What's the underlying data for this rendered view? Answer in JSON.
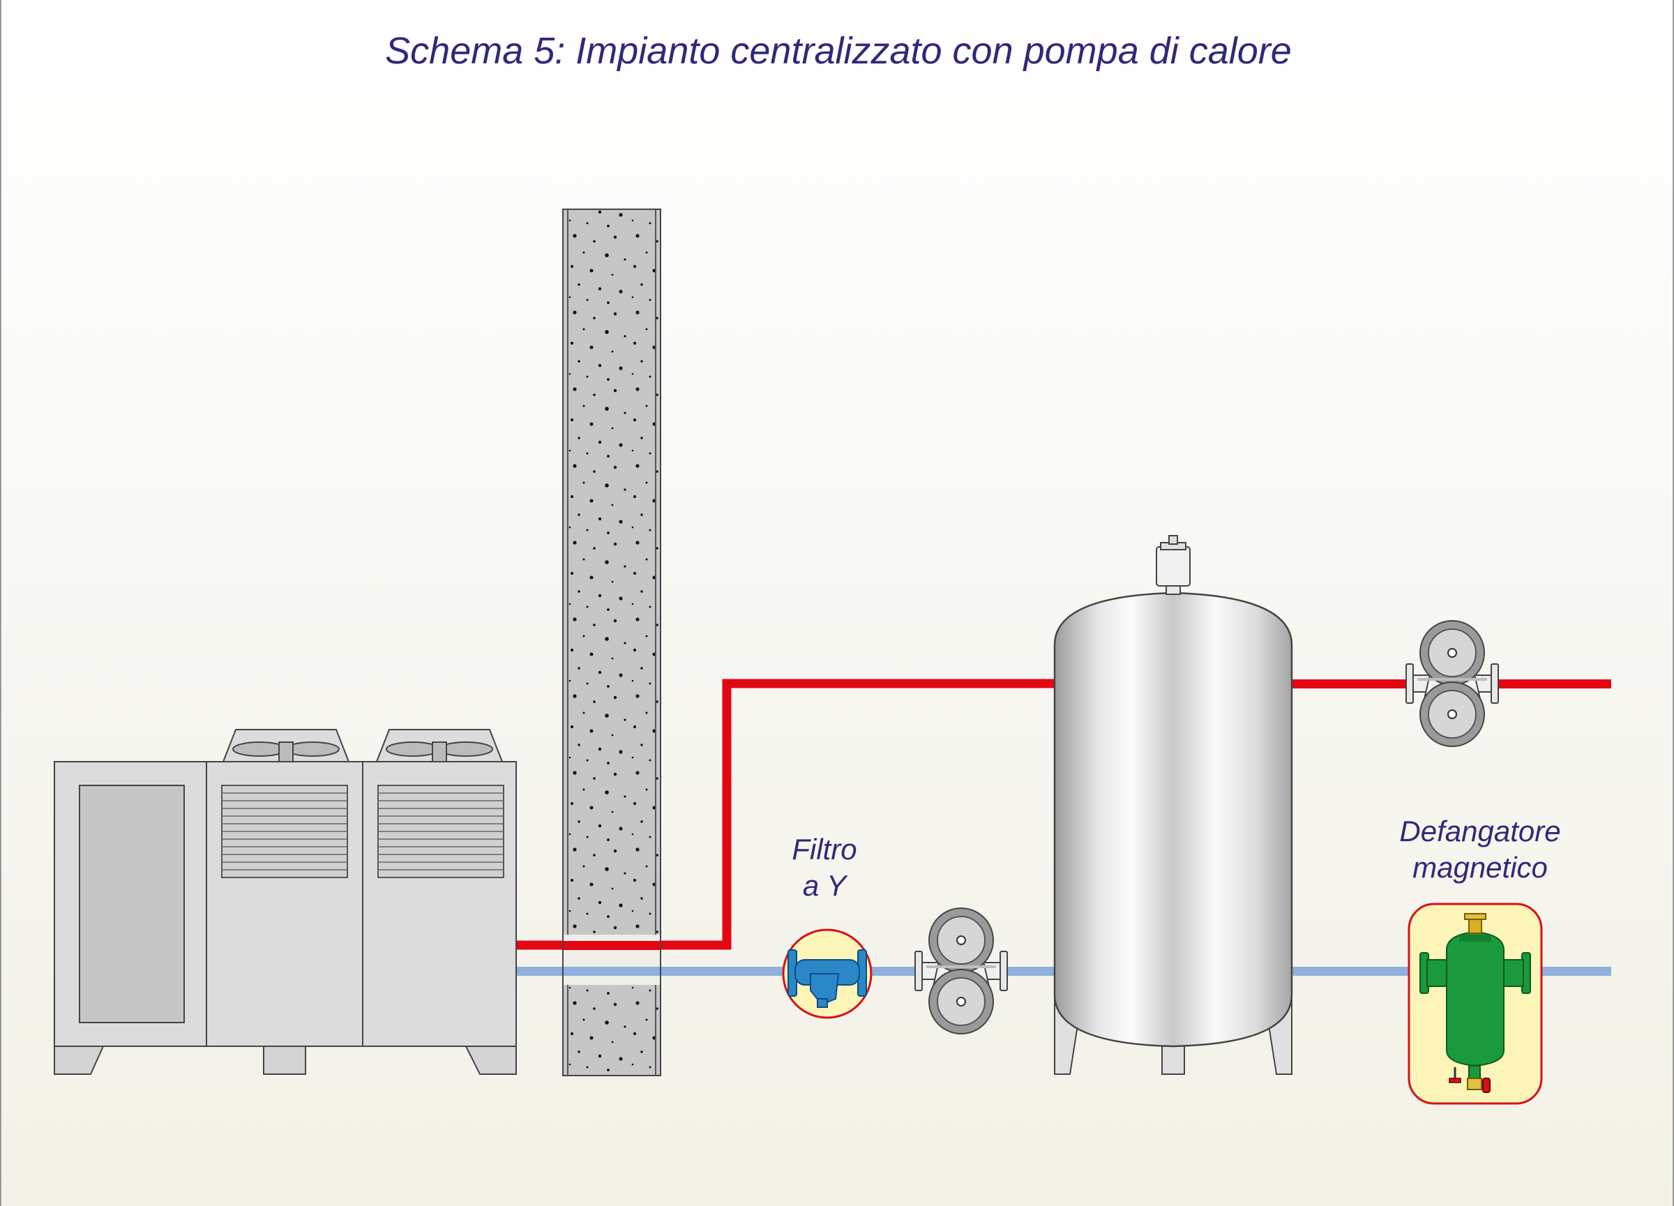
{
  "title": "Schema 5: Impianto centralizzato con pompa di calore",
  "labels": {
    "filter_line1": "Filtro",
    "filter_line2": "a Y",
    "separator_line1": "Defangatore",
    "separator_line2": "magnetico"
  },
  "colors": {
    "supply_pipe": "#e30613",
    "return_pipe": "#8fb0dc",
    "text": "#2e2a7a",
    "filter_body": "#2a87c8",
    "separator_body": "#1a9a3c",
    "highlight_fill": "#fdf4b8",
    "highlight_border": "#d6101a"
  }
}
